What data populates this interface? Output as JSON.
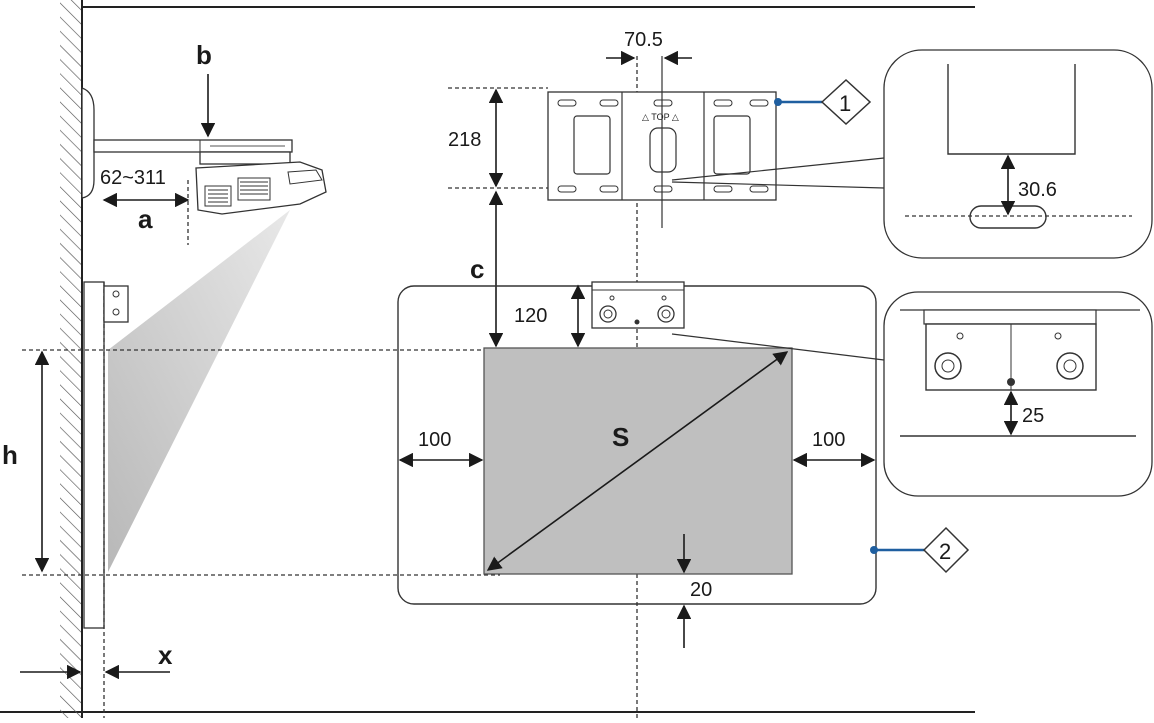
{
  "diagram": {
    "labels": {
      "a": "a",
      "b": "b",
      "c": "c",
      "h": "h",
      "x": "x",
      "S": "S"
    },
    "dimensions": {
      "range_a": "62~311",
      "plate_offset": "70.5",
      "plate_height": "218",
      "zoom_top_gap": "30.6",
      "bracket_gap": "120",
      "left_margin": "100",
      "right_margin": "100",
      "bottom_margin": "20",
      "zoom_bottom_gap": "25"
    },
    "callouts": {
      "one": "1",
      "two": "2"
    },
    "plate_text": "△ TOP △",
    "colors": {
      "screen": "#bfbfbf",
      "callout_line": "#1f5fa0",
      "beam": "#c8c8c8"
    }
  }
}
